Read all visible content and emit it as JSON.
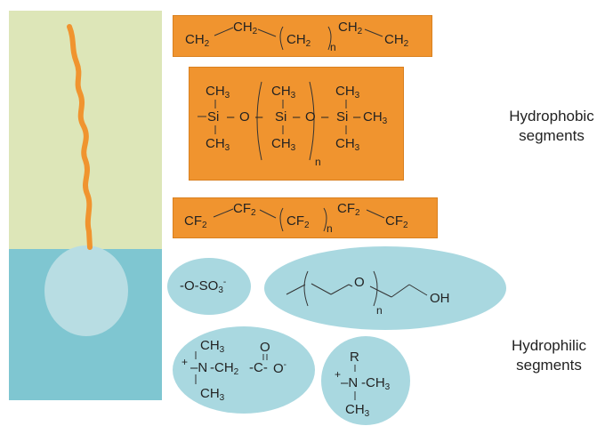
{
  "colors": {
    "hydrophobic_block": "#dde6b8",
    "hydrophilic_block": "#7fc6d1",
    "head_circle": "#b8dde3",
    "tail": "#f0942f",
    "orange_box": "#f0942f",
    "blue_ellipse": "#a9d8e0"
  },
  "labels": {
    "hydrophobic": [
      "Hydrophobic",
      "segments"
    ],
    "hydrophilic": [
      "Hydrophilic",
      "segments"
    ]
  },
  "formulas": {
    "hydrocarbon": {
      "ch2": "CH",
      "sub2": "2",
      "n": "n"
    },
    "siloxane": {
      "ch3": "CH",
      "sub3": "3",
      "si": "Si",
      "o": "O",
      "n": "n"
    },
    "fluorocarbon": {
      "cf2": "CF",
      "sub2": "2",
      "n": "n"
    },
    "sulfate": {
      "prefix": "-O-SO",
      "sub3": "3",
      "charge": "-"
    },
    "peg": {
      "o": "O",
      "oh": "OH",
      "n": "n"
    },
    "betaine": {
      "plus": "+",
      "n": "N",
      "ch3": "CH",
      "sub3": "3",
      "ch2": "-CH",
      "sub2": "2",
      "carbon": "-C-",
      "o_top": "O",
      "o_end": "O",
      "charge": "-"
    },
    "ammonium": {
      "r": "R",
      "plus": "+",
      "n": "N",
      "ch3": "-CH",
      "ch3b": "CH",
      "sub3": "3"
    }
  }
}
